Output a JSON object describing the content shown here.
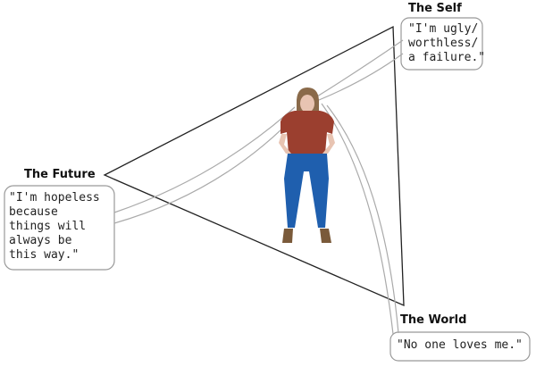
{
  "labels": {
    "self": "The Self",
    "future": "The Future",
    "world": "The World"
  },
  "quotes": {
    "self": "\"I'm ugly/\nworthless/\na failure.\"",
    "future": "\"I'm hopeless\nbecause\nthings will\nalways be\nthis way.\"",
    "world": "\"No one loves me.\""
  },
  "colors": {
    "shirt": "#9b3f2f",
    "pants": "#1f5fae",
    "hair": "#8a6a4a",
    "skin": "#e8c4b2",
    "shoes": "#7a5a3a"
  }
}
